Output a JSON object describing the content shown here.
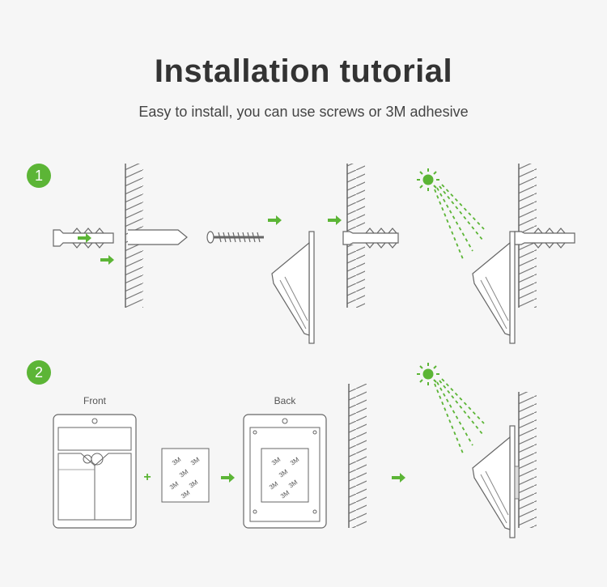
{
  "header": {
    "title": "Installation tutorial",
    "subtitle": "Easy to install, you can use screws or 3M adhesive"
  },
  "steps": [
    {
      "number": "1"
    },
    {
      "number": "2"
    }
  ],
  "labels": {
    "front": "Front",
    "back": "Back",
    "plus": "+",
    "adhesive_mark": "3M"
  },
  "colors": {
    "accent_green": "#5cb536",
    "line_gray": "#666666",
    "panel_fill": "#ffffff"
  },
  "icons": [
    "wall-hatch",
    "wall-anchor",
    "drill-bit",
    "screw",
    "green-arrow",
    "sun-icon",
    "solar-light",
    "adhesive-pad"
  ]
}
